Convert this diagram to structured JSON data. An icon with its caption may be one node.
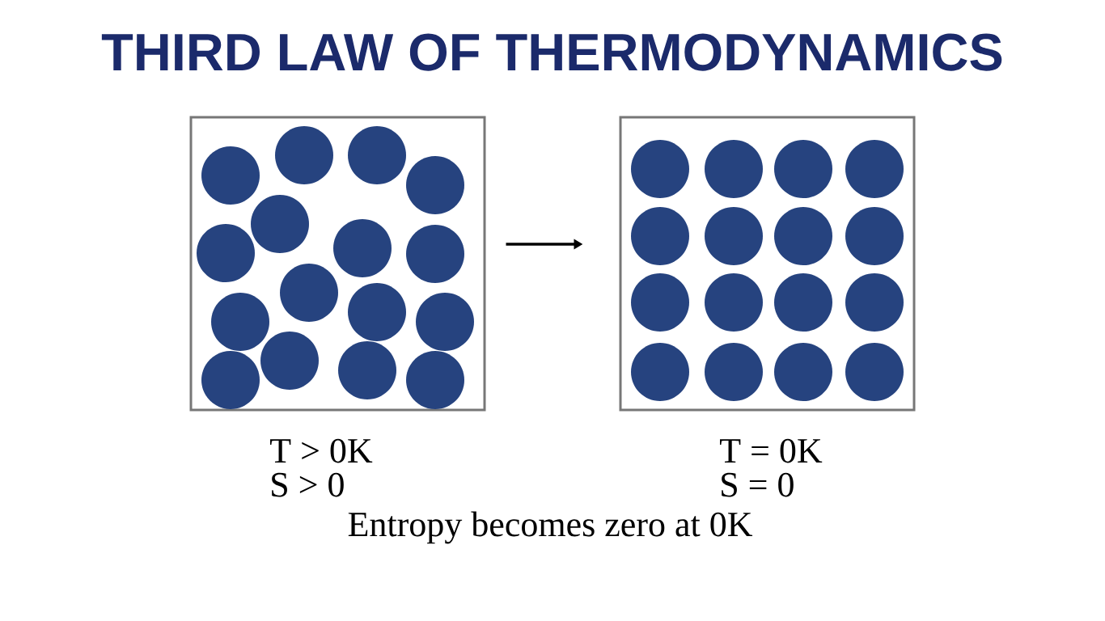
{
  "diagram": {
    "title": "THIRD LAW OF THERMODYNAMICS",
    "nodes": [
      {
        "text": [],
        "shape": "box",
        "beside": [
          "T > 0K",
          "S > 0"
        ]
      },
      {
        "text": [],
        "shape": "box",
        "beside": [
          "T = 0K",
          "S = 0"
        ]
      }
    ],
    "edges": [
      {
        "from": 0,
        "to": 1,
        "arrow": "to"
      }
    ],
    "caption": "Entropy becomes zero at 0K"
  }
}
